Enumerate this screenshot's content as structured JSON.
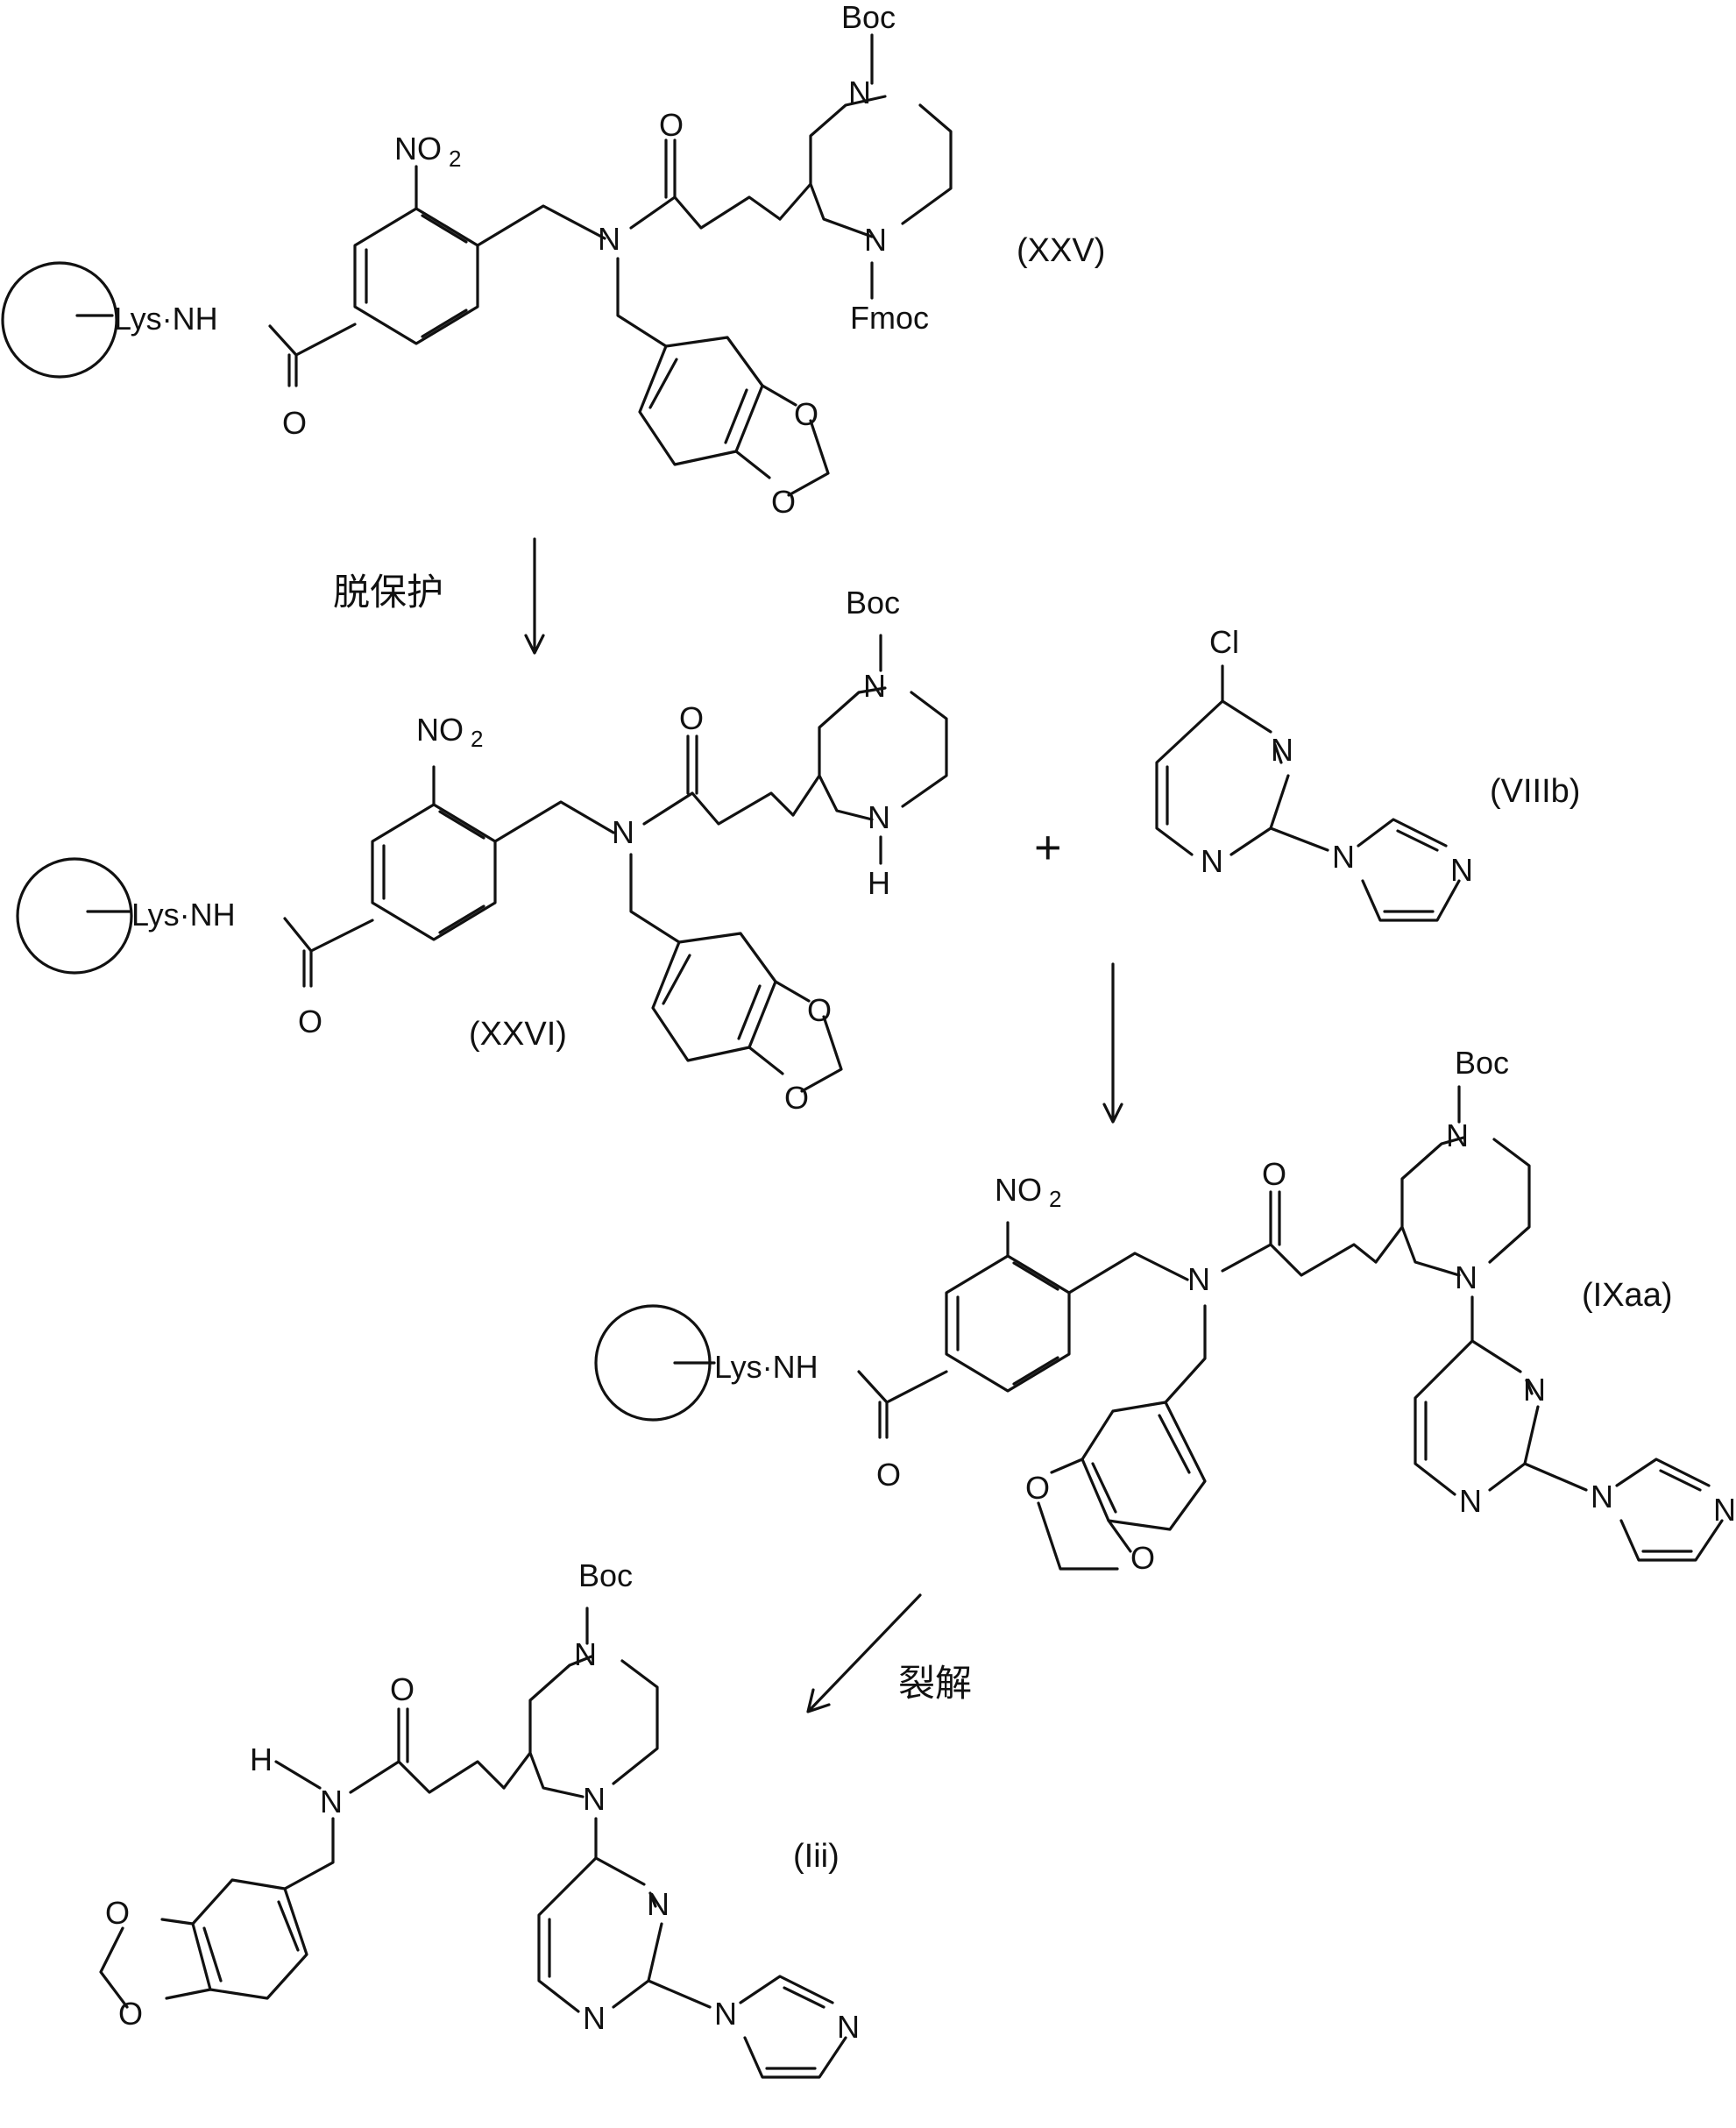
{
  "compounds": {
    "c1": {
      "label": "(XXV)"
    },
    "c2": {
      "label": "(XXVI)"
    },
    "c3": {
      "label": "(VIIIb)"
    },
    "c4": {
      "label": "(IXaa)"
    },
    "c5": {
      "label": "(Iii)"
    }
  },
  "conditions": {
    "deprotect": "脱保护",
    "cleave": "裂解"
  },
  "plus": "+",
  "atoms": {
    "nitro_main": "NO",
    "nitro_sub": "2",
    "boc": "Boc",
    "fmoc": "Fmoc",
    "n": "N",
    "o": "O",
    "h": "H",
    "cl": "Cl",
    "resin_link": "Lys·NH"
  }
}
